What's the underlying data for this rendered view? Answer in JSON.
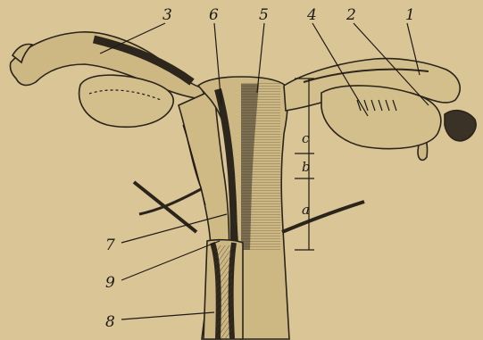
{
  "labels": {
    "l1": "1",
    "l2": "2",
    "l3": "3",
    "l4": "4",
    "l5": "5",
    "l6": "6",
    "l7": "7",
    "l8": "8",
    "l9": "9"
  },
  "dimensions": {
    "a": "a",
    "b": "b",
    "c": "c"
  },
  "colors": {
    "paper": "#d9c596",
    "ink": "#1e1a14",
    "tissue": "#cdb884",
    "dark": "#3a3226"
  }
}
